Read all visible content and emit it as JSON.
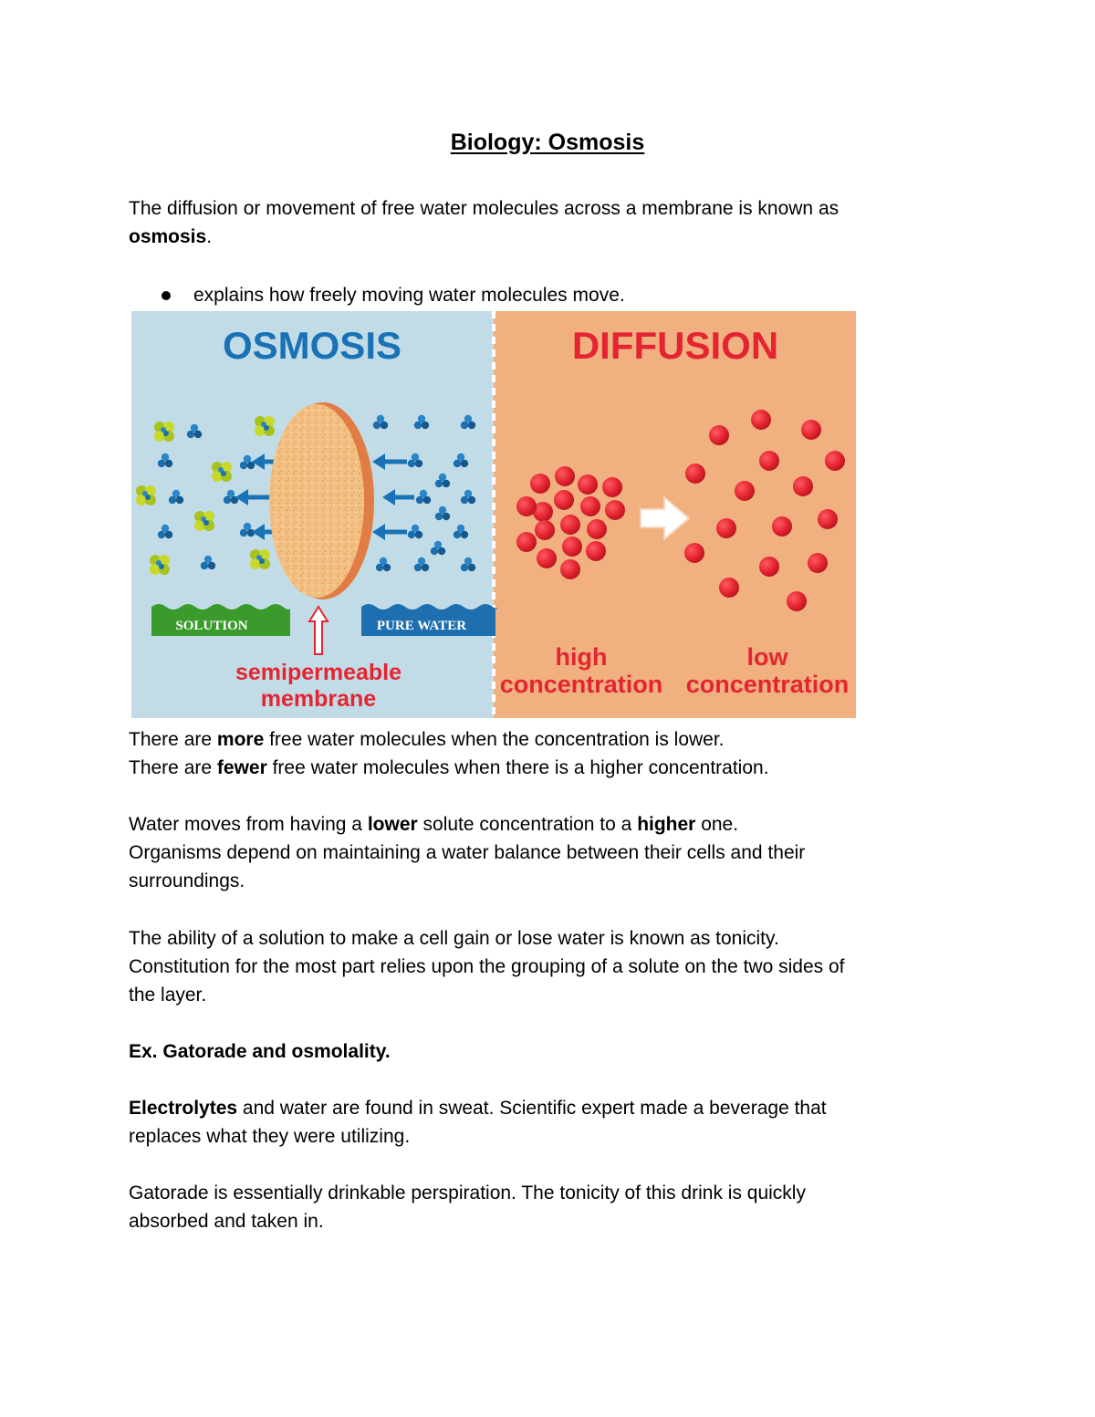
{
  "document": {
    "title": "Biology: Osmosis",
    "intro": {
      "line1": "The diffusion or movement of free water molecules across a membrane is known as",
      "line2_bold": "osmosis",
      "line2_after": "."
    },
    "bullet": "explains how freely moving water molecules move.",
    "figure": {
      "left_heading": "OSMOSIS",
      "right_heading": "DIFFUSION",
      "solution_label": "SOLUTION",
      "pure_water_label": "PURE WATER",
      "membrane_line1": "semipermeable",
      "membrane_line2": "membrane",
      "high_line1": "high",
      "high_line2": "concentration",
      "low_line1": "low",
      "low_line2": "concentration",
      "colors": {
        "left_bg": "#c2dce7",
        "right_bg": "#f0b080",
        "osmosis_blue": "#1a72b6",
        "diffusion_red": "#e42531",
        "solution_green": "#3b9a2c",
        "pure_water_blue": "#1e6fb0",
        "membrane": "#f3c083",
        "membrane_rim": "#e07d44"
      }
    },
    "p1": {
      "a_before": "There are ",
      "a_bold": "more",
      "a_after": " free water molecules when the concentration is lower.",
      "b_before": "There are ",
      "b_bold": "fewer",
      "b_after": " free water molecules when there is a higher concentration."
    },
    "p2": {
      "before": "Water moves from having a ",
      "bold1": "lower",
      "middle": " solute concentration to a ",
      "bold2": "higher",
      "after": " one.",
      "line2": "Organisms depend on maintaining a water balance between their cells and their",
      "line3": "surroundings."
    },
    "p3": {
      "line1": "The ability of a solution to make a cell gain or lose water is known as tonicity.",
      "line2": "Constitution for the most part relies upon the grouping of a solute on the two sides of",
      "line3": "the layer."
    },
    "example_heading": "Ex. Gatorade and osmolality.",
    "p4": {
      "bold": "Electrolytes",
      "line1_after": " and water are found in sweat. Scientific expert made a beverage that",
      "line2": "replaces what they were utilizing."
    },
    "p5": {
      "line1": "Gatorade is essentially drinkable perspiration. The tonicity of this drink is quickly",
      "line2": "absorbed and taken in."
    }
  }
}
